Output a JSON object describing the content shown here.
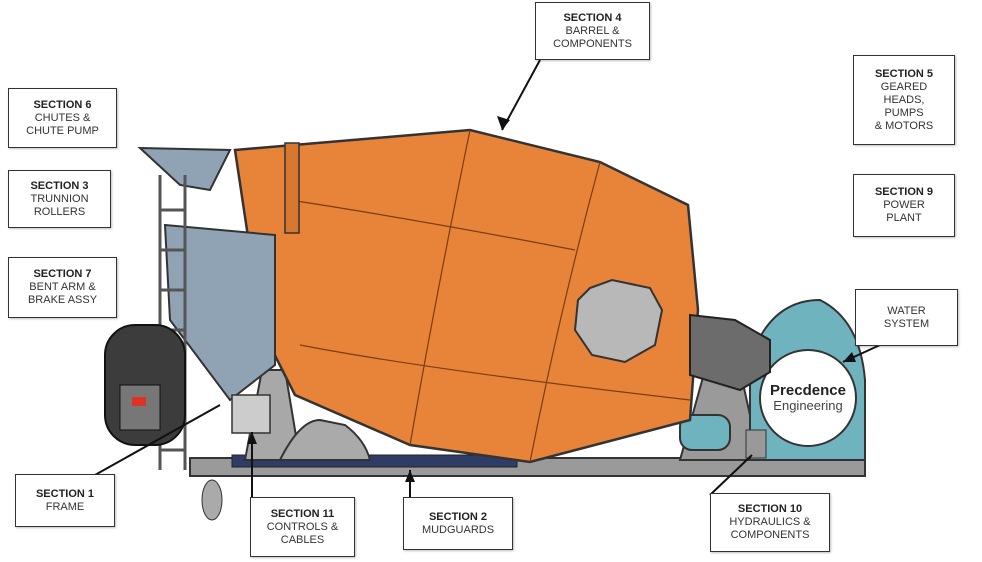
{
  "labels": {
    "section4": {
      "title": "SECTION 4",
      "lines": [
        "BARREL &",
        "COMPONENTS"
      ]
    },
    "section5": {
      "title": "SECTION 5",
      "lines": [
        "GEARED",
        "HEADS,",
        "PUMPS",
        "& MOTORS"
      ]
    },
    "section9": {
      "title": "SECTION 9",
      "lines": [
        "POWER",
        "PLANT"
      ]
    },
    "water": {
      "lines": [
        "WATER",
        "SYSTEM"
      ]
    },
    "section6": {
      "title": "SECTION 6",
      "lines": [
        "CHUTES &",
        "CHUTE PUMP"
      ]
    },
    "section3": {
      "title": "SECTION 3",
      "lines": [
        "TRUNNION",
        "ROLLERS"
      ]
    },
    "section7": {
      "title": "SECTION 7",
      "lines": [
        "BENT ARM &",
        "BRAKE ASSY"
      ]
    },
    "section1": {
      "title": "SECTION 1",
      "lines": [
        "FRAME"
      ]
    },
    "section11": {
      "title": "SECTION 11",
      "lines": [
        "CONTROLS &",
        "CABLES"
      ]
    },
    "section2": {
      "title": "SECTION 2",
      "lines": [
        "MUDGUARDS"
      ]
    },
    "section10": {
      "title": "SECTION 10",
      "lines": [
        "HYDRAULICS &",
        "COMPONENTS"
      ]
    }
  },
  "logo": {
    "line1": "Precdence",
    "line2": "Engineering"
  },
  "colors": {
    "drum": "#e8833a",
    "steel": "#8fa3b4",
    "tank": "#6fb3bf",
    "frame": "#9a9a9a",
    "mudguard": "#2f3d66"
  }
}
